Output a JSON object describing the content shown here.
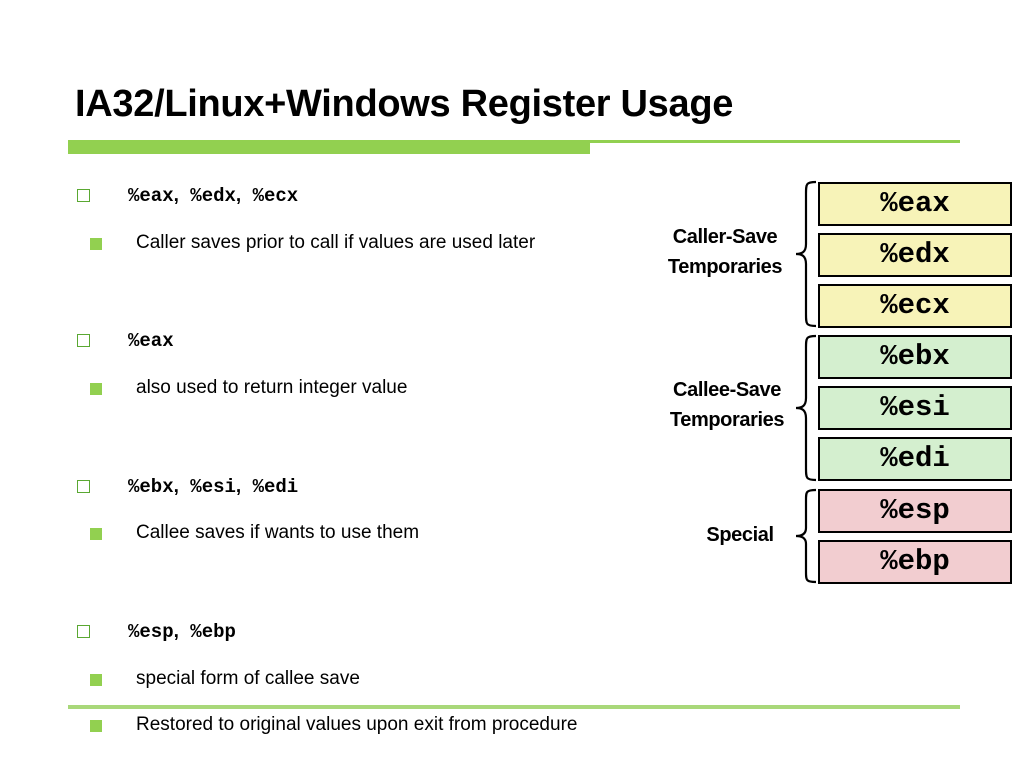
{
  "slide": {
    "title": "IA32/Linux+Windows Register Usage",
    "bullets": [
      {
        "registers": [
          "%eax",
          "%edx",
          "%ecx"
        ],
        "separator": ",",
        "sub": [
          "Caller saves prior to call if values are used later"
        ]
      },
      {
        "registers": [
          "%eax"
        ],
        "separator": ",",
        "sub": [
          "also used to return integer value"
        ]
      },
      {
        "registers": [
          "%ebx",
          "%esi",
          "%edi"
        ],
        "separator": ",",
        "sub": [
          "Callee saves if wants to use them"
        ]
      },
      {
        "registers": [
          "%esp",
          "%ebp"
        ],
        "separator": ",",
        "sub": [
          "special form of callee save",
          "Restored to original values upon exit from procedure"
        ]
      }
    ]
  },
  "diagram": {
    "registers": [
      {
        "name": "%eax",
        "color": "#f7f3b8"
      },
      {
        "name": "%edx",
        "color": "#f7f3b8"
      },
      {
        "name": "%ecx",
        "color": "#f7f3b8"
      },
      {
        "name": "%ebx",
        "color": "#d4efcf"
      },
      {
        "name": "%esi",
        "color": "#d4efcf"
      },
      {
        "name": "%edi",
        "color": "#d4efcf"
      },
      {
        "name": "%esp",
        "color": "#f2cdd0"
      },
      {
        "name": "%ebp",
        "color": "#f2cdd0"
      }
    ],
    "groups": [
      {
        "label_line1": "Caller-Save",
        "label_line2": "Temporaries",
        "registers": [
          "%eax",
          "%edx",
          "%ecx"
        ]
      },
      {
        "label_line1": "Callee-Save",
        "label_line2": "Temporaries",
        "registers": [
          "%ebx",
          "%esi",
          "%edi"
        ]
      },
      {
        "label_line1": "Special",
        "label_line2": "",
        "registers": [
          "%esp",
          "%ebp"
        ]
      }
    ]
  },
  "theme": {
    "accent": "#92d050"
  }
}
